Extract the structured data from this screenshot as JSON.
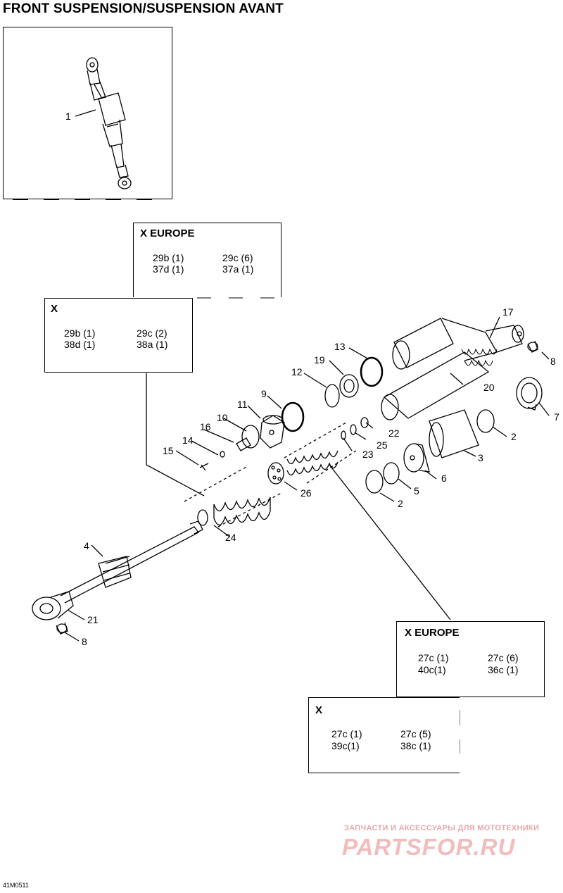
{
  "title": "FRONT SUSPENSION/SUSPENSION AVANT",
  "figure_id": "41M0511",
  "watermark": {
    "line1": "ЗАПЧАСТИ И АКСЕССУАРЫ ДЛЯ МОТОТЕХНИКИ",
    "line2": "PARTSFOR.RU"
  },
  "boxes": [
    {
      "title": "X EUROPE",
      "rows": [
        [
          "29b (1)",
          "29c (6)"
        ],
        [
          "37d (1)",
          "37a (1)"
        ]
      ]
    },
    {
      "title": "X",
      "rows": [
        [
          "29b (1)",
          "29c (2)"
        ],
        [
          "38d (1)",
          "38a (1)"
        ]
      ]
    },
    {
      "title": "X EUROPE",
      "rows": [
        [
          "27c (1)",
          "27c (6)"
        ],
        [
          "40c(1)",
          "36c (1)"
        ]
      ]
    },
    {
      "title": "X",
      "rows": [
        [
          "27c (1)",
          "27c (5)"
        ],
        [
          "39c(1)",
          "38c (1)"
        ]
      ]
    }
  ],
  "callouts": [
    "1",
    "17",
    "8",
    "13",
    "19",
    "12",
    "20",
    "9",
    "11",
    "10",
    "16",
    "14",
    "15",
    "22",
    "25",
    "23",
    "7",
    "2",
    "3",
    "6",
    "5",
    "2",
    "26",
    "24",
    "4",
    "21",
    "8"
  ]
}
